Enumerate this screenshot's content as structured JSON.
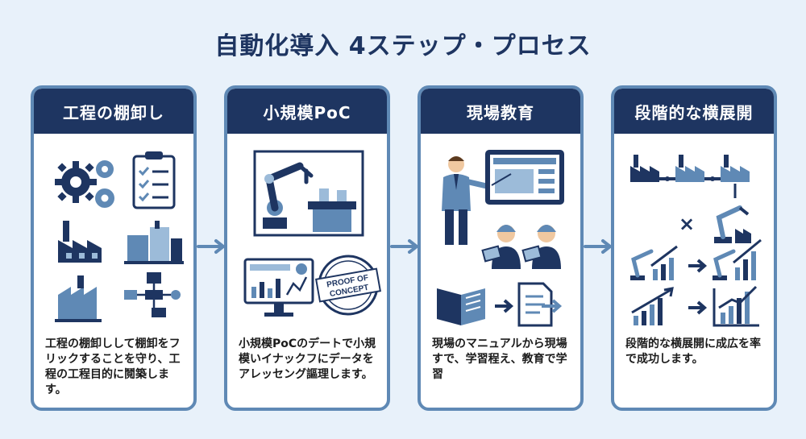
{
  "title": "自動化導入 4ステップ・プロセス",
  "steps": [
    {
      "heading": "工程の棚卸し",
      "body": "工程の棚卸しして棚卸をフリックすることを守り、工程の工程目的に鬩築します。"
    },
    {
      "heading": "小規模PoC",
      "body": "小規模PoCのデートで小規模いイナックフにデータをアレッセング謳理します。",
      "badge_line1": "PROOF OF",
      "badge_line2": "CONCEPT"
    },
    {
      "heading": "現場教育",
      "body": "現場のマニュアルから現場すで、学習程え、教育で学習"
    },
    {
      "heading": "段階的な横展開",
      "body": "段階的な横展開に成広を率で成功します。"
    }
  ],
  "colors": {
    "navy": "#1e3561",
    "steel": "#5f89b5",
    "light": "#9cbbd9",
    "background": "#e8f1fa"
  },
  "icons": [
    "gears-icon",
    "clipboard-checklist-icon",
    "factory-icon",
    "factory-complex-icon",
    "flowchart-icon",
    "robot-arm-icon",
    "monitor-dashboard-icon",
    "proof-of-concept-stamp-icon",
    "presenter-icon",
    "tablet-screen-icon",
    "workers-tablets-icon",
    "manual-book-icon",
    "document-icon",
    "connected-factories-icon",
    "growth-chart-icon"
  ]
}
